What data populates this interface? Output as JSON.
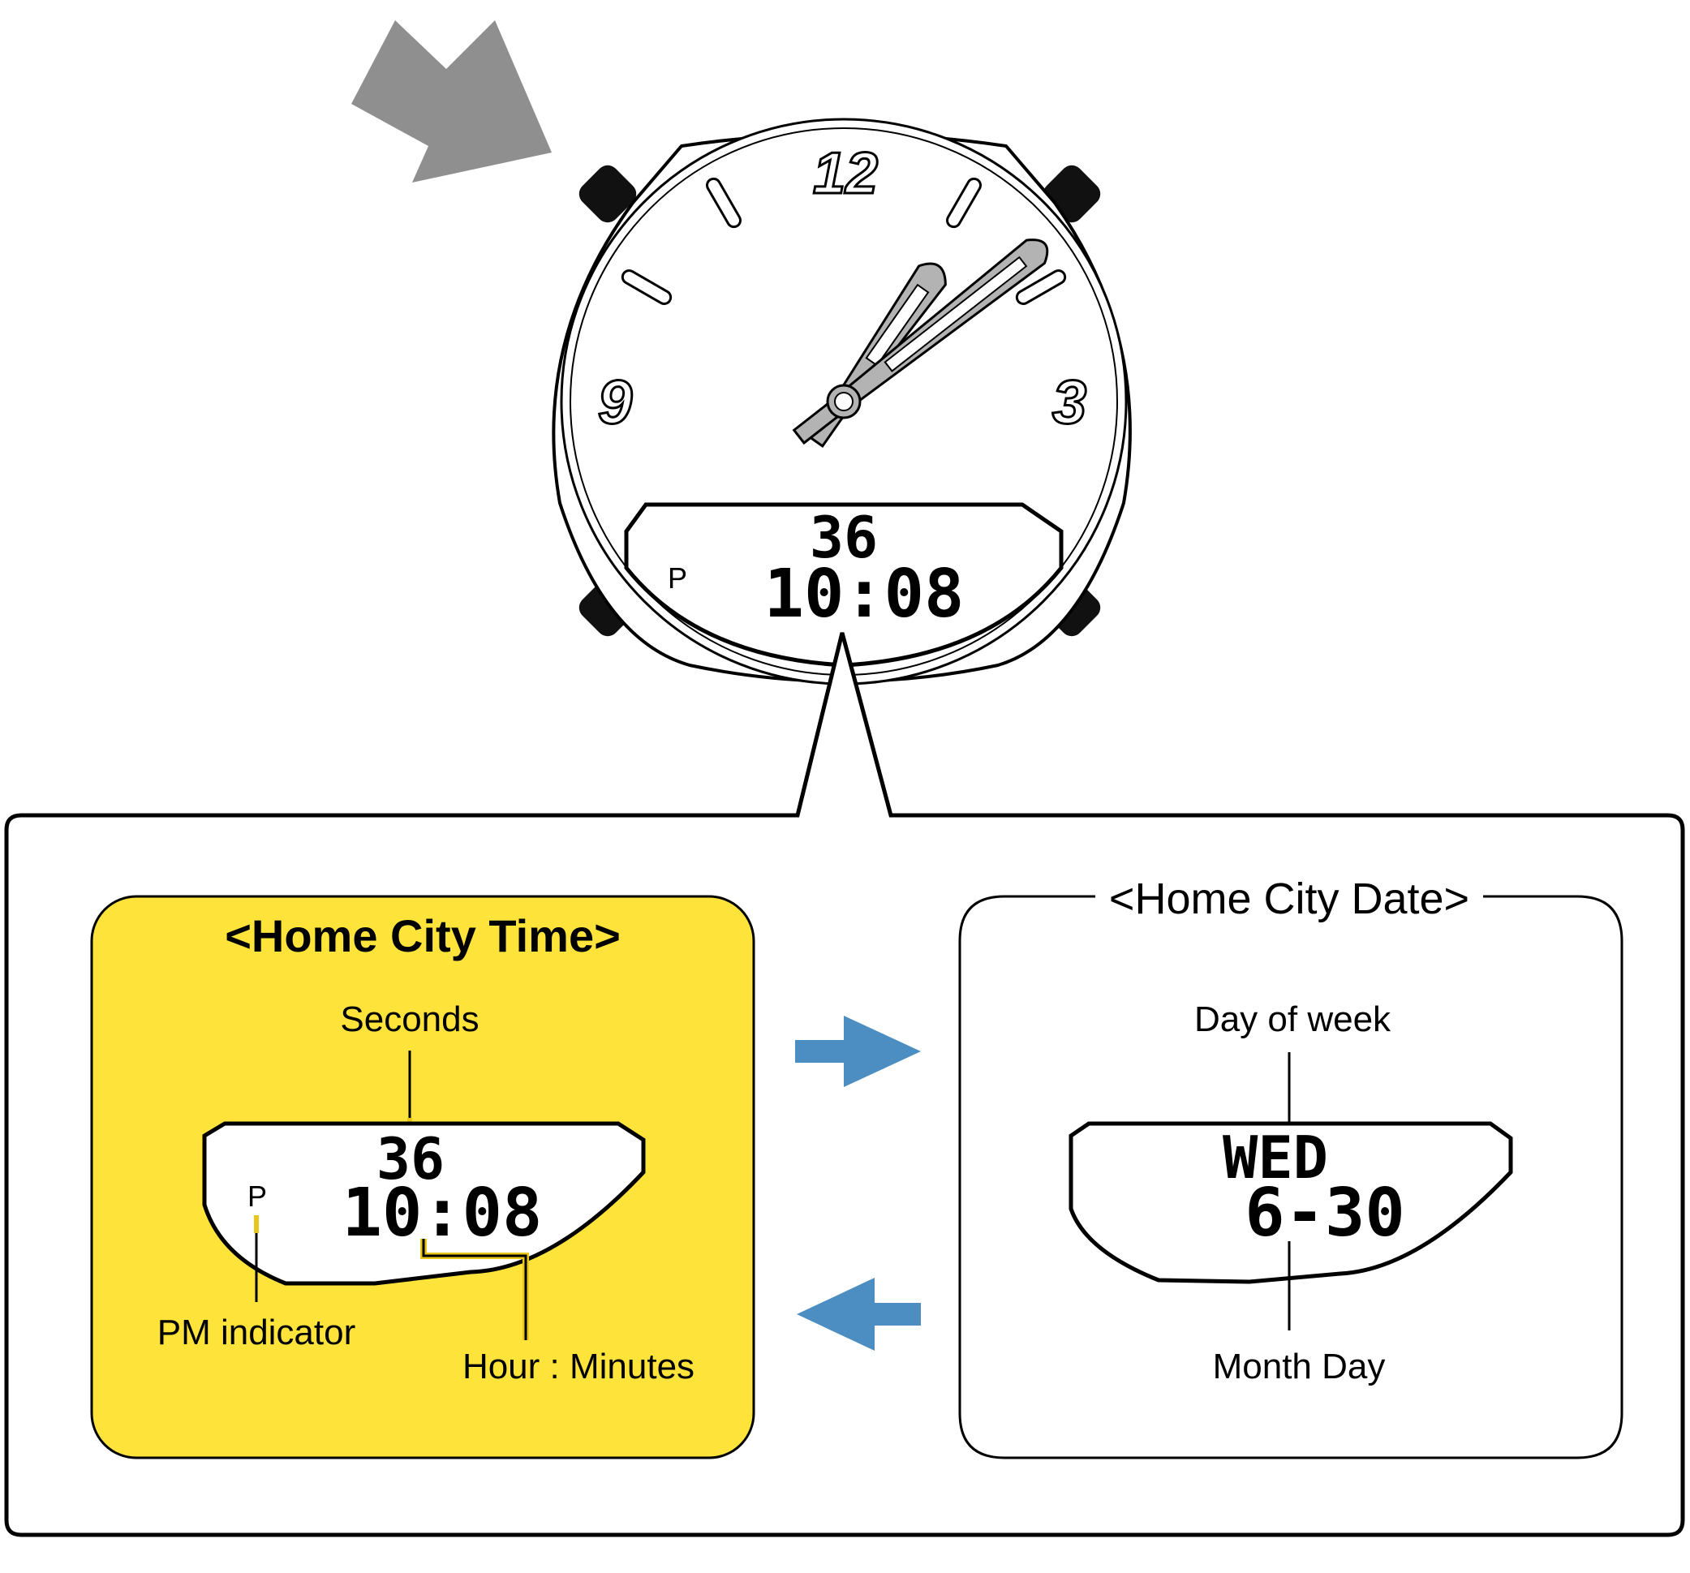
{
  "dial": {
    "numeral_12": "12",
    "numeral_3": "3",
    "numeral_9": "9"
  },
  "watch_lcd": {
    "pm": "P",
    "seconds": "36",
    "time": "10:08"
  },
  "home_city_time_panel": {
    "title": "<Home City Time>",
    "seconds_label": "Seconds",
    "pm_label": "PM indicator",
    "hour_minutes_label": "Hour : Minutes",
    "lcd_pm": "P",
    "lcd_seconds": "36",
    "lcd_time": "10:08"
  },
  "home_city_date_panel": {
    "title": "<Home City Date>",
    "day_of_week_label": "Day of week",
    "month_day_label": "Month Day",
    "lcd_day": "WED",
    "lcd_date": "6-30"
  },
  "colors": {
    "highlight_panel": "#FEE33B",
    "highlight_leader": "#E8C61A",
    "flow_arrow": "#4C8EC1",
    "press_arrow": "#8F8F8F",
    "hand_fill": "#B3B3B3"
  },
  "icons": {
    "press_arrow": "button-press-arrow-icon",
    "forward_arrow": "arrow-right-icon",
    "back_arrow": "arrow-left-icon"
  }
}
